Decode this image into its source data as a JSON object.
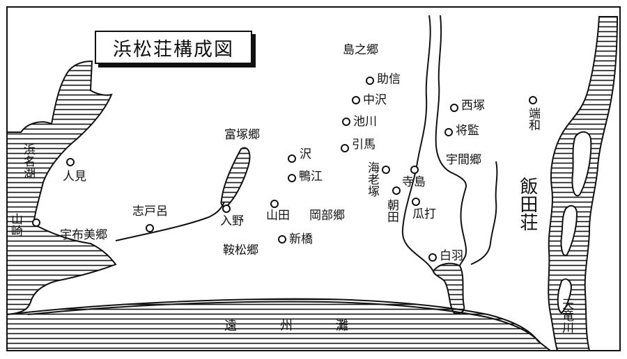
{
  "title": "浜松荘構成図",
  "sea": "遠州灘",
  "lake": "浜名湖",
  "river": "天竜川",
  "estate": "飯田荘",
  "districts": {
    "shima": "島之郷",
    "tomitsuka": "富塚郷",
    "ubumi": "宇布美郷",
    "okabe": "岡部郷",
    "kuramatsu": "鞍松郷",
    "uma": "宇間郷"
  },
  "places": {
    "sukenobu": "助信",
    "nakazawa": "中沢",
    "ikegawa": "池川",
    "hikuma": "引馬",
    "sawa": "沢",
    "kamoe": "鴨江",
    "ebitsuka": "海老塚",
    "terajima": "寺島",
    "asada": "朝田",
    "uriuchi": "瓜打",
    "shirowa": "白羽",
    "nishitsuka": "西塚",
    "shogen": "将監",
    "hatawa": "端和",
    "hitomi": "人見",
    "shitoro": "志戸呂",
    "iruno": "入野",
    "yamada": "山田",
    "shinbashi": "新橋",
    "yamazaki": "山崎"
  }
}
